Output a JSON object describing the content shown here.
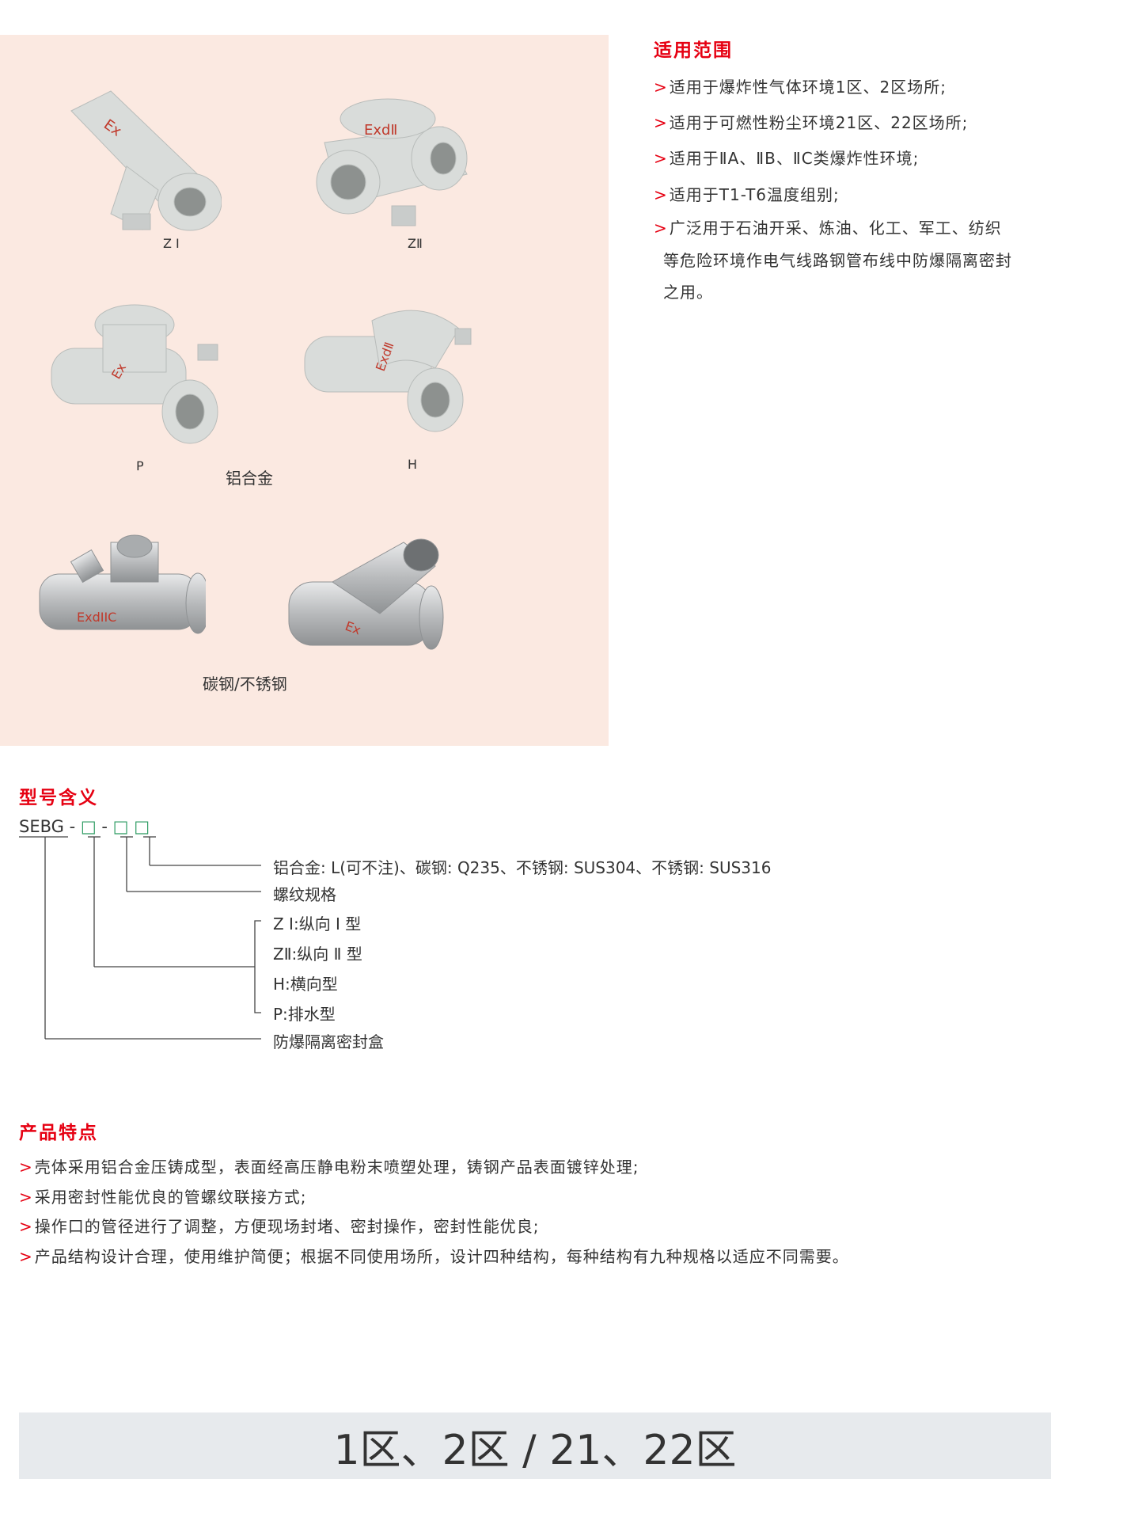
{
  "applicability": {
    "title": "适用范围",
    "items": [
      "适用于爆炸性气体环境1区、2区场所;",
      "适用于可燃性粉尘环境21区、22区场所;",
      "适用于ⅡA、ⅡB、ⅡC类爆炸性环境;",
      "适用于T1-T6温度组别;",
      "广泛用于石油开采、炼油、化工、军工、纺织"
    ],
    "continuation": [
      "等危险环境作电气线路钢管布线中防爆隔离密封",
      "之用。"
    ],
    "bullet": ">"
  },
  "products": {
    "labels": {
      "z1": "Z Ⅰ",
      "z2": "ZⅡ",
      "p": "P",
      "h": "H"
    },
    "marks": {
      "z1": "Ex",
      "z2": "ExdⅡ",
      "p": "Ex",
      "h": "ExdⅡ",
      "steel1": "ExdIIC",
      "steel2": "Ex"
    },
    "aluminum_caption": "铝合金",
    "steel_caption": "碳钢/不锈钢"
  },
  "model": {
    "title": "型号含义",
    "code_prefix": "SEBG",
    "sep": "-",
    "box": "□",
    "material": "铝合金: L(可不注)、碳钢: Q235、不锈钢: SUS304、不锈钢: SUS316",
    "thread": "螺纹规格",
    "types": [
      "Z Ⅰ:纵向 Ⅰ 型",
      "ZⅡ:纵向 Ⅱ 型",
      "H:横向型",
      "P:排水型"
    ],
    "name": "防爆隔离密封盒"
  },
  "features": {
    "title": "产品特点",
    "items": [
      "壳体采用铝合金压铸成型，表面经高压静电粉末喷塑处理，铸钢产品表面镀锌处理;",
      "采用密封性能优良的管螺纹联接方式;",
      "操作口的管径进行了调整，方便现场封堵、密封操作，密封性能优良;",
      "产品结构设计合理，使用维护简便；根据不同使用场所，设计四种结构，每种结构有九种规格以适应不同需要。"
    ]
  },
  "footer": {
    "zones": "1区、2区 / 21、22区"
  },
  "colors": {
    "accent": "#e60012",
    "panel": "#fbe9e1",
    "bar": "#e7eaed"
  }
}
